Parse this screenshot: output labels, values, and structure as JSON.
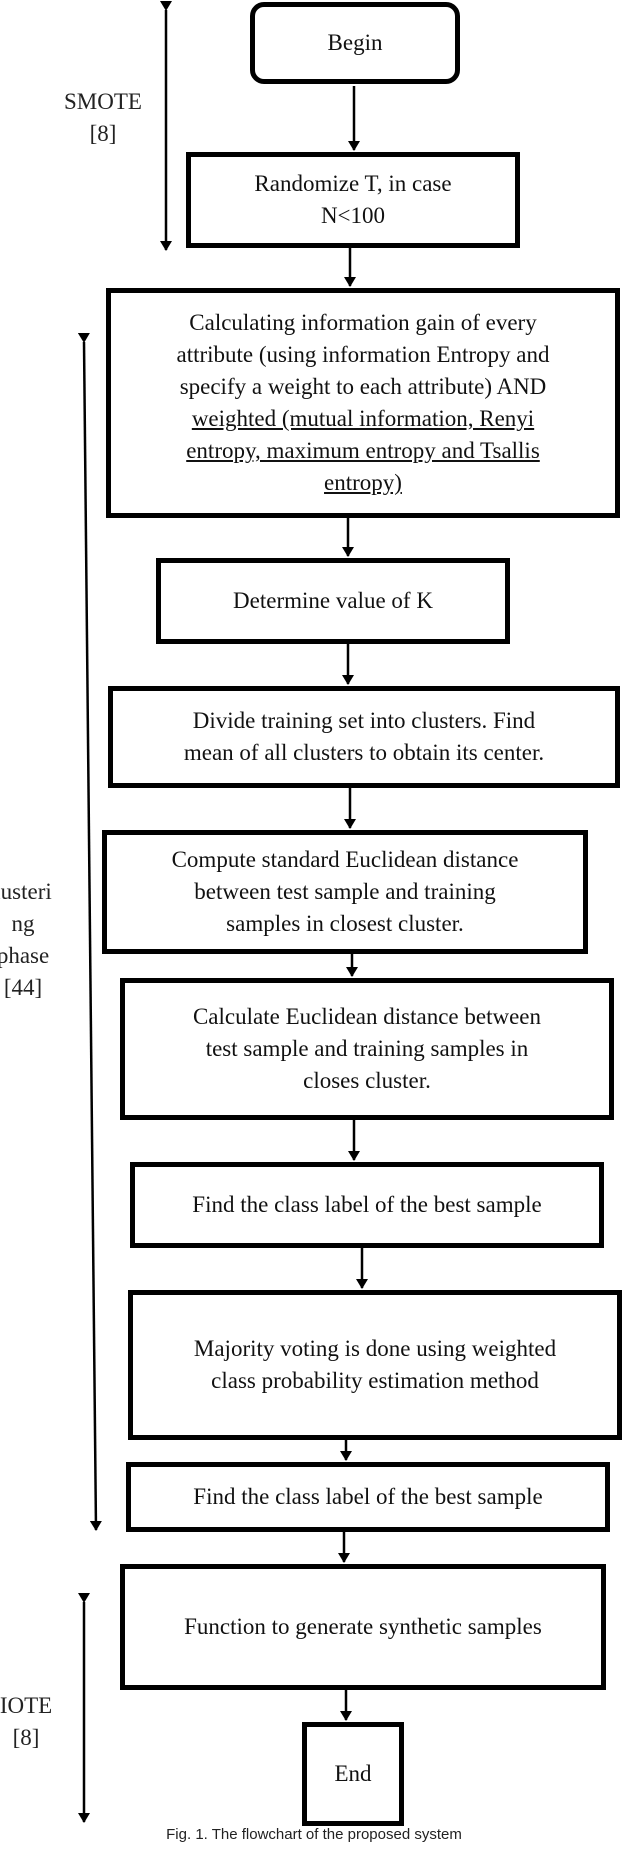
{
  "steps": {
    "begin": "Begin",
    "randomize_l1": "Randomize T, in case",
    "randomize_l2": "N<100",
    "infogain_l1": "Calculating information gain of every",
    "infogain_l2": "attribute (using information Entropy and",
    "infogain_l3": "specify a weight to each attribute) AND",
    "infogain_l4": "weighted (mutual information, Renyi",
    "infogain_l5": "entropy, maximum entropy and Tsallis",
    "infogain_l6": "entropy)",
    "determine_k": "Determine value of K",
    "divide_l1": "Divide training set into clusters. Find",
    "divide_l2": "mean of all clusters to obtain its center.",
    "standard_l1": "Compute standard Euclidean distance",
    "standard_l2": "between test sample and training",
    "standard_l3": "samples in closest cluster.",
    "euclid_l1": "Calculate Euclidean distance between",
    "euclid_l2": "test sample and training samples in",
    "euclid_l3": "closes cluster.",
    "class_label_1": "Find the class label of the best sample",
    "voting_l1": "Majority voting is done using weighted",
    "voting_l2": "class probability estimation method",
    "class_label_2": "Find the class label of the best sample",
    "synthetic": "Function to generate synthetic samples",
    "end": "End"
  },
  "side_labels": {
    "smote_top_l1": "SMOTE",
    "smote_top_l2": "[8]",
    "clustering_l1": "lusteri",
    "clustering_l2": "ng",
    "clustering_l3": "phase",
    "clustering_l4": "[44]",
    "smote_bottom_l1": "IOTE",
    "smote_bottom_l2": "[8]"
  },
  "caption": "Fig. 1. The flowchart of the proposed system"
}
